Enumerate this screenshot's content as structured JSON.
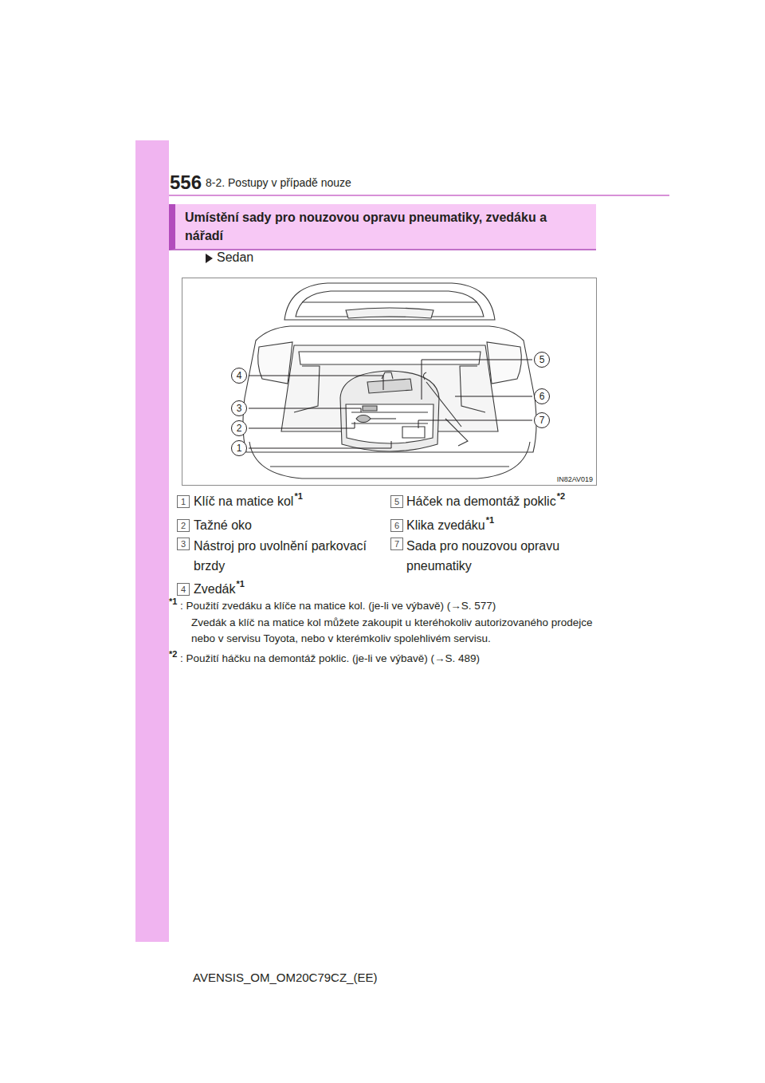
{
  "diagram": {
    "nodes": [
      {
        "text": [
          "Umístění sady pro nouzovou opravu pneumatiky, zvedáku a nářadí"
        ]
      },
      {
        "text": [
          "IN82AV019"
        ]
      },
      {
        "text": [
          "1"
        ],
        "in": 1
      },
      {
        "text": [
          "2"
        ],
        "in": 1
      },
      {
        "text": [
          "3"
        ],
        "in": 1
      },
      {
        "text": [
          "4"
        ],
        "in": 1
      },
      {
        "text": [
          "5"
        ],
        "in": 1
      },
      {
        "text": [
          "6"
        ],
        "in": 1
      },
      {
        "text": [
          "7"
        ],
        "in": 1
      },
      {
        "text": [
          "1"
        ]
      },
      {
        "text": [
          "2"
        ]
      },
      {
        "text": [
          "3"
        ]
      },
      {
        "text": [
          "4"
        ]
      },
      {
        "text": [
          "5"
        ]
      },
      {
        "text": [
          "6"
        ]
      },
      {
        "text": [
          "7"
        ]
      }
    ],
    "labels": [
      "556",
      "8-2. Postupy v případě nouze",
      "Sedan",
      "Klíč na matice kol",
      "*1",
      "Tažné oko",
      "Nástroj pro uvolnění parkovací brzdy",
      "Zvedák",
      "*1",
      "Háček na demontáž poklic",
      "*2",
      "Klika zvedáku",
      "*1",
      "Sada pro nouzovou opravu pneumatiky",
      "*1",
      ": Použití zvedáku a klíče na matice kol. (je-li ve výbavě) (→S. 577)",
      "Zvedák a klíč na matice kol můžete zakoupit u kteréhokoliv autorizovaného prodejce nebo v servisu Toyota, nebo v kterémkoliv spolehlivém servisu.",
      "*2",
      ": Použití háčku na demontáž poklic. (je-li ve výbavě) (→S. 489)",
      "AVENSIS_OM_OM20C79CZ_(EE)"
    ]
  }
}
